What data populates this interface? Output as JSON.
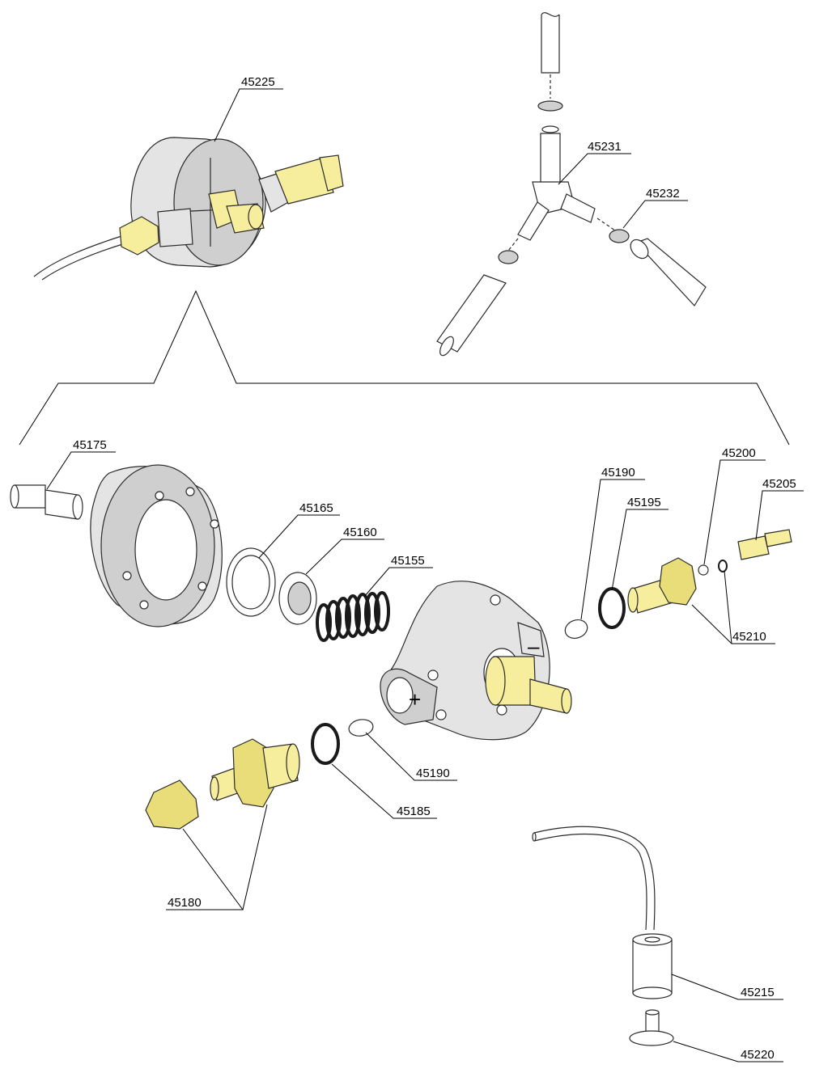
{
  "colors": {
    "brass": "#f6ee9c",
    "body": "#e4e4e4",
    "line": "#2a2a2a"
  },
  "labels": {
    "p45225": "45225",
    "p45231": "45231",
    "p45232": "45232",
    "p45175": "45175",
    "p45165": "45165",
    "p45160": "45160",
    "p45155": "45155",
    "p45190_top": "45190",
    "p45195": "45195",
    "p45200": "45200",
    "p45205": "45205",
    "p45210": "45210",
    "p45190_bottom": "45190",
    "p45185": "45185",
    "p45180": "45180",
    "p45215": "45215",
    "p45220": "45220"
  },
  "marks": {
    "plus": "+",
    "minus": "–"
  }
}
